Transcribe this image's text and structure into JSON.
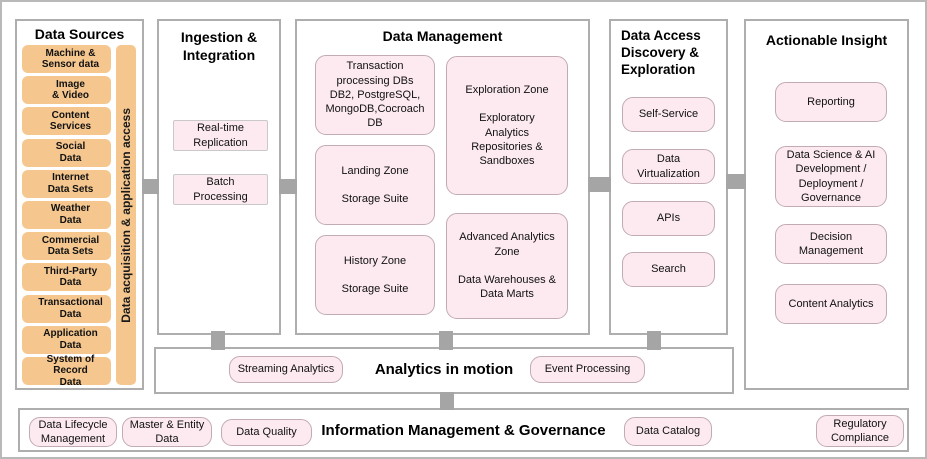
{
  "colors": {
    "orange": "#F5C78F",
    "pink_fill": "#FCEAF0",
    "pink_border": "#C2ABB4",
    "panel_border": "#AEAEAE",
    "connector_fill": "#A5A5A5"
  },
  "panels": {
    "data_sources": {
      "title": "Data Sources",
      "items": [
        "Machine &\nSensor data",
        "Image\n& Video",
        "Content\nServices",
        "Social\nData",
        "Internet\nData Sets",
        "Weather\nData",
        "Commercial\nData Sets",
        "Third-Party\nData",
        "Transactional\nData",
        "Application\nData",
        "System of Record\nData"
      ]
    },
    "acquisition": {
      "label": "Data acquisition & application access"
    },
    "ingestion": {
      "title": "Ingestion &\nIntegration",
      "items": [
        "Real-time\nReplication",
        "Batch\nProcessing"
      ]
    },
    "data_management": {
      "title": "Data Management",
      "boxes": {
        "transaction": "Transaction\nprocessing DBs\nDB2, PostgreSQL,\nMongoDB,Cocroach\nDB",
        "landing": "Landing Zone\n\nStorage Suite",
        "history": "History Zone\n\nStorage Suite",
        "exploration": "Exploration Zone\n\nExploratory\nAnalytics\nRepositories &\nSandboxes",
        "advanced": "Advanced Analytics\nZone\n\nData Warehouses &\nData Marts"
      }
    },
    "data_access": {
      "title": "Data Access\nDiscovery &\nExploration",
      "items": [
        "Self-Service",
        "Data\nVirtualization",
        "APIs",
        "Search"
      ]
    },
    "actionable": {
      "title": "Actionable Insight",
      "items": [
        "Reporting",
        "Data Science & AI\nDevelopment /\nDeployment /\nGovernance",
        "Decision\nManagement",
        "Content Analytics"
      ]
    },
    "analytics_motion": {
      "title": "Analytics in motion",
      "items": [
        "Streaming Analytics",
        "Event Processing"
      ]
    },
    "governance": {
      "title": "Information Management & Governance",
      "items": [
        "Data Lifecycle\nManagement",
        "Master & Entity\nData",
        "Data Quality",
        "Data Catalog",
        "Regulatory\nCompliance"
      ]
    }
  }
}
